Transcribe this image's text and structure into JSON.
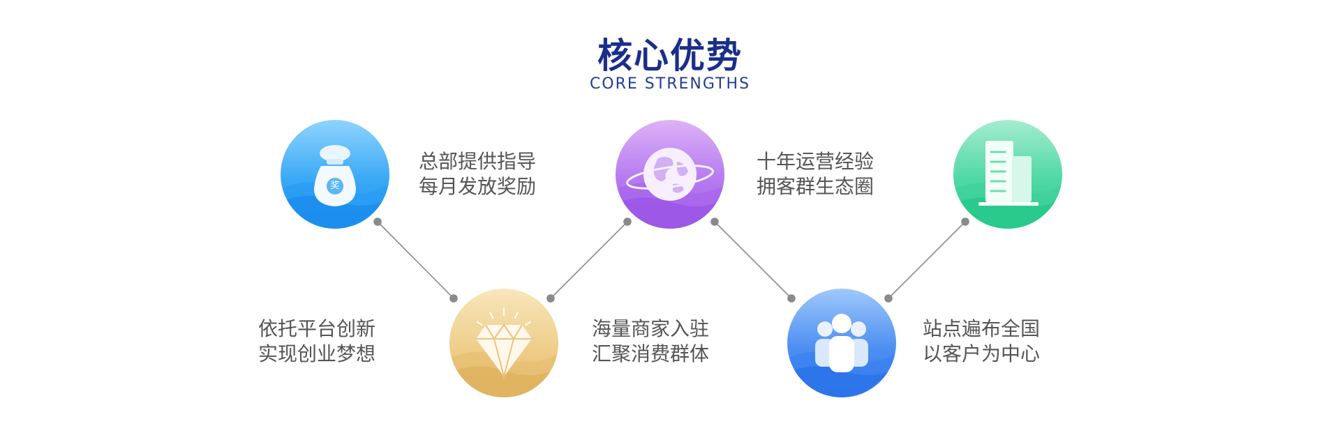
{
  "header": {
    "title": "核心优势",
    "subtitle": "CORE STRENGTHS"
  },
  "items": [
    {
      "icon": "money-bag-icon",
      "badge": "奖",
      "line1": "总部提供指导",
      "line2": "每月发放奖励"
    },
    {
      "icon": "diamond-icon",
      "line1": "依托平台创新",
      "line2": "实现创业梦想"
    },
    {
      "icon": "globe-icon",
      "line1": "十年运营经验",
      "line2": "拥客群生态圈"
    },
    {
      "icon": "people-icon",
      "line1": "海量商家入驻",
      "line2": "汇聚消费群体"
    },
    {
      "icon": "building-icon",
      "line1": "站点遍布全国",
      "line2": "以客户为中心"
    }
  ],
  "colors": {
    "title": "#1a2f8a",
    "text": "#555555",
    "connector": "#8a8a8a"
  }
}
